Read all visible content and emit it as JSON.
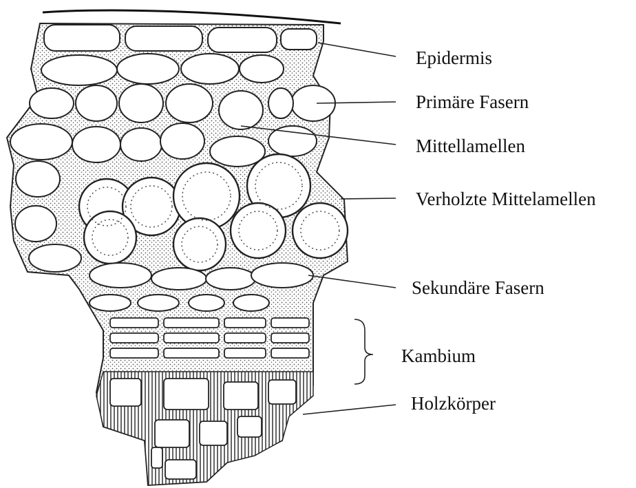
{
  "labels": {
    "epidermis": "Epidermis",
    "primaere_fasern": "Primäre Fasern",
    "mittellamellen": "Mittellamellen",
    "verholzte_mittelamellen": "Verholzte Mittelamellen",
    "sekundaere_fasern": "Sekundäre Fasern",
    "kambium": "Kambium",
    "holzkoerper": "Holzkörper"
  },
  "colors": {
    "ink": "#1a1a1a",
    "wall": "#3a3a3a",
    "background": "#ffffff"
  }
}
